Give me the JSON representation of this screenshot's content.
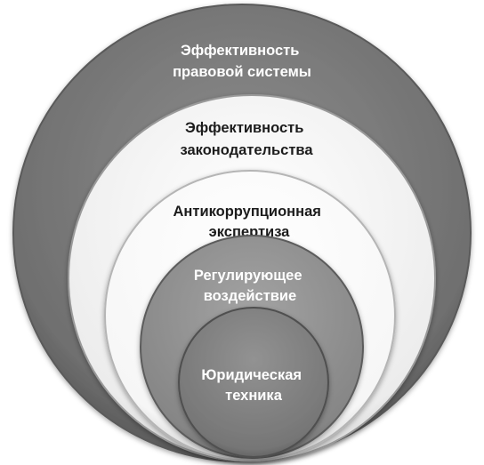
{
  "diagram": {
    "rings": [
      {
        "id": "outer",
        "lines": [
          "Эффективность",
          "правовой системы"
        ],
        "color": "#7a7a7a",
        "text_color": "#ffffff"
      },
      {
        "id": "second",
        "lines": [
          "Эффективность",
          "законодательства"
        ],
        "color": "#f1f1f1",
        "text_color": "#1c1c1c"
      },
      {
        "id": "third",
        "lines": [
          "Антикоррупционная",
          "экспертиза"
        ],
        "color": "#fbfbfb",
        "text_color": "#1c1c1c"
      },
      {
        "id": "fourth",
        "lines": [
          "Регулирующее",
          "воздействие"
        ],
        "color": "#8c8c8c",
        "text_color": "#ffffff"
      },
      {
        "id": "inner",
        "lines": [
          "Юридическая",
          "техника"
        ],
        "color": "#7c7c7c",
        "text_color": "#ffffff"
      }
    ]
  }
}
